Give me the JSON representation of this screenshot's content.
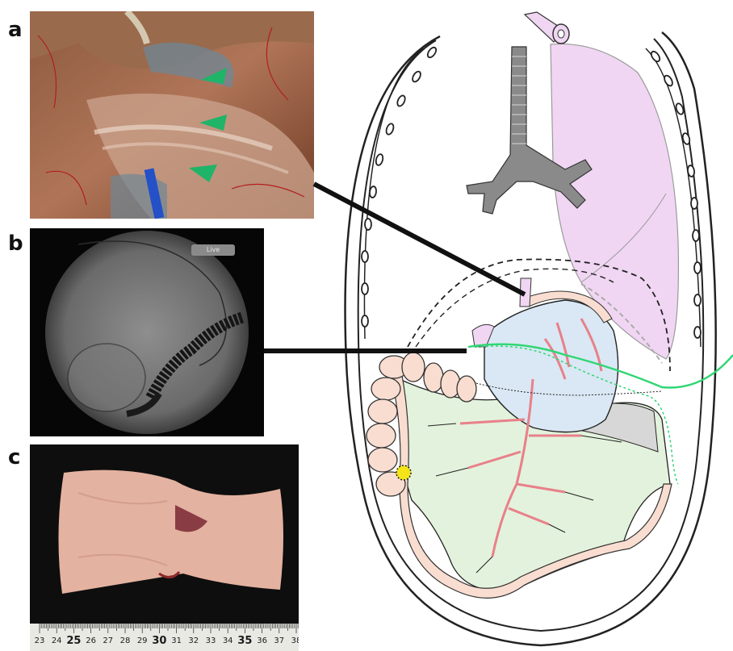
{
  "panels": {
    "a": {
      "letter": "a"
    },
    "b": {
      "letter": "b",
      "badge": "Live"
    },
    "c": {
      "letter": "c"
    }
  },
  "ruler": {
    "labels": [
      {
        "text": "23",
        "big": false
      },
      {
        "text": "24",
        "big": false
      },
      {
        "text": "25",
        "big": true
      },
      {
        "text": "26",
        "big": false
      },
      {
        "text": "27",
        "big": false
      },
      {
        "text": "28",
        "big": false
      },
      {
        "text": "29",
        "big": false
      },
      {
        "text": "30",
        "big": true
      },
      {
        "text": "31",
        "big": false
      },
      {
        "text": "32",
        "big": false
      },
      {
        "text": "33",
        "big": false
      },
      {
        "text": "34",
        "big": false
      },
      {
        "text": "35",
        "big": true
      },
      {
        "text": "36",
        "big": false
      },
      {
        "text": "37",
        "big": false
      },
      {
        "text": "38",
        "big": false
      }
    ]
  },
  "colors": {
    "lung": "#f0d6f3",
    "pouch": "#d9e8f4",
    "mesentery": "#e3f2dc",
    "colon": "#f8ddd0",
    "vessel": "#e8808a",
    "green_line": "#2fd673",
    "marker_green": "#1fb468",
    "trachea": "#8a8a8a",
    "tumor_dot": "#f4e51b"
  },
  "icons": {
    "arrowheads": "green-arrowhead-icon"
  }
}
